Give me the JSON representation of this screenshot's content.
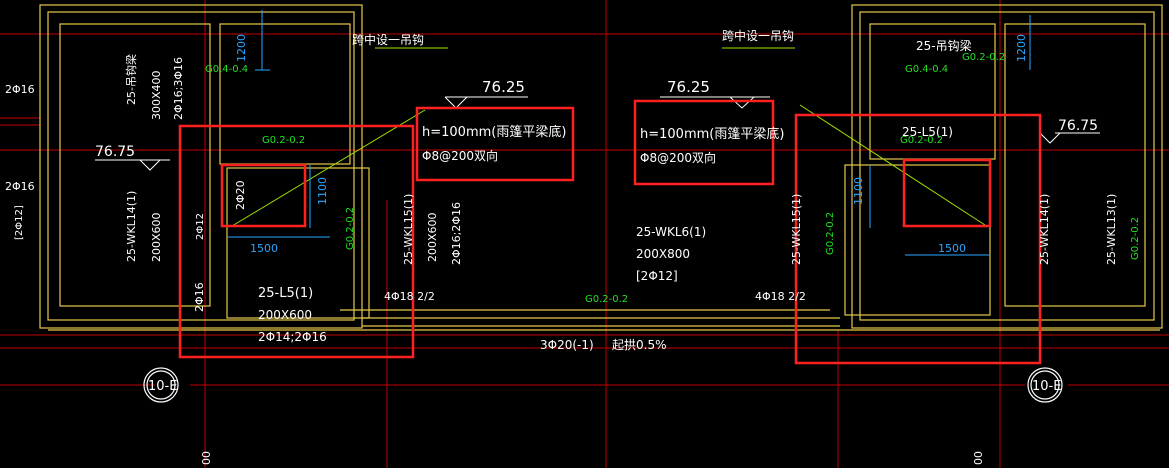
{
  "labels": {
    "hook_left": "跨中设一吊钩",
    "hook_right": "跨中设一吊钩",
    "elev_left": "76.25",
    "elev_right": "76.25",
    "elev_mid_left": "76.75",
    "elev_far_right": "76.75",
    "slab_note_left_1": "h=100mm(雨篷平梁底)",
    "slab_note_left_2": "Φ8@200双向",
    "slab_note_right_1": "h=100mm(雨篷平梁底)",
    "slab_note_right_2": "Φ8@200双向",
    "left_2phi16_a": "2Φ16",
    "left_2phi16_b": "2Φ16",
    "left_2phi12": "[2Φ12]",
    "beam_hanging_left_1": "25-吊钩梁",
    "beam_hanging_left_2": "300X400",
    "beam_hanging_left_3": "2Φ16;3Φ16",
    "g_left_top": "G0.4-0.4",
    "g_left_2": "G0.2-0.2",
    "g_left_3": "G0.2-0.2",
    "wkl14_1": "25-WKL14(1)",
    "wkl14_2": "200X600",
    "wkl14_3": "2Φ12",
    "box_2phi20": "2Φ20",
    "box_2phi16": "2Φ16",
    "dim_1100_left": "1100",
    "dim_1500_left": "1500",
    "dim_1200_left": "1200",
    "wkl15_left_1": "25-WKL15(1)",
    "wkl15_left_2": "200X600",
    "wkl15_left_3": "2Φ16;2Φ16",
    "l5_left_1": "25-L5(1)",
    "l5_left_2": "200X600",
    "l5_left_3": "2Φ14;2Φ16",
    "rebar_4phi18_left": "4Φ18 2/2",
    "rebar_4phi18_right": "4Φ18 2/2",
    "g_mid": "G0.2-0.2",
    "wkl6_1": "25-WKL6(1)",
    "wkl6_2": "200X800",
    "wkl6_3": "[2Φ12]",
    "bottom_note_1": "3Φ20(-1)",
    "bottom_note_2": "起拱0.5%",
    "axis_left": "10-E",
    "axis_right": "10-E",
    "right_hang_1": "25-吊钩梁",
    "g_right_top": "G0.4-0.4",
    "g_right_2": "G0.2-0.2",
    "dim_1200_right": "1200",
    "l5_right": "25-L5(1)",
    "wkl15_right": "25-WKL15(1)",
    "wkl14_right": "25-WKL14(1)",
    "wkl13_right": "25-WKL13(1)",
    "dim_1100_right": "1100",
    "dim_1500_right": "1500",
    "g_right_3": "G0.2-0.2",
    "g_right_4": "G0.2-0.2",
    "g_right_5": "G0.2-0.2",
    "bottom_dim_left": "00",
    "bottom_dim_right": "00"
  },
  "colors": {
    "background": "#000000",
    "wall_yellow": "#e6c84a",
    "grid_red": "#d01010",
    "text_white": "#ffffff",
    "text_green": "#22e022",
    "dim_cyan": "#2aa6ff",
    "highlight_red": "#ff2020",
    "leader_green": "#a0e000"
  }
}
